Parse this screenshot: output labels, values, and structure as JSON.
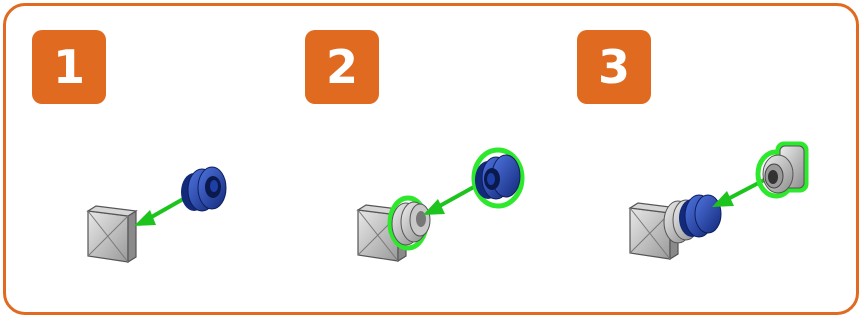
{
  "steps": [
    {
      "number": "1"
    },
    {
      "number": "2"
    },
    {
      "number": "3"
    }
  ],
  "colors": {
    "frame": "#e06a1f",
    "badge": "#e06a1f",
    "arrow": "#1ec41e",
    "highlight": "#2ee82e",
    "blue_part": "#1f3fa8",
    "gray_part": "#b8b8b8"
  }
}
